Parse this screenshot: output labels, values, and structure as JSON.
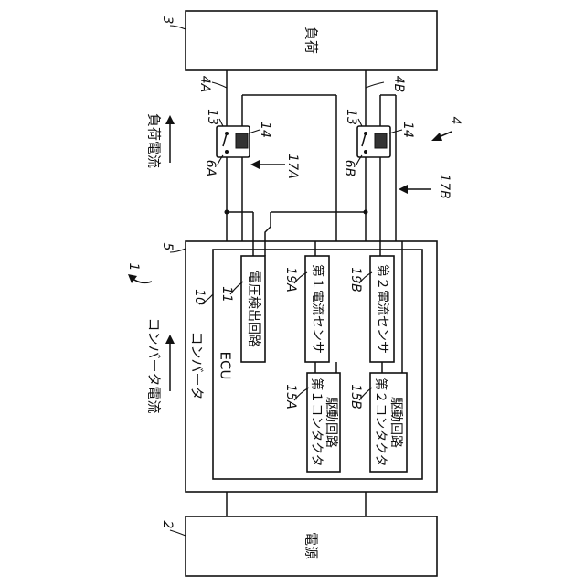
{
  "refs": {
    "r1": "1",
    "r2": "2",
    "r3": "3",
    "r4": "4",
    "r4a": "4A",
    "r4b": "4B",
    "r5": "5",
    "r6a": "6A",
    "r6b": "6B",
    "r10": "10",
    "r11": "11",
    "r13a": "13",
    "r13b": "13",
    "r14a": "14",
    "r14b": "14",
    "r15a": "15A",
    "r15b": "15B",
    "r17a": "17A",
    "r17b": "17B",
    "r19a": "19A",
    "r19b": "19B"
  },
  "labels": {
    "load": "負荷",
    "power": "電源",
    "converter": "コンバータ",
    "ecu": "ECU",
    "voltage_detect": "電圧検出回路",
    "sensor1": "第１電流センサ",
    "sensor2": "第２電流センサ",
    "drive1_line1": "第１コンタクタ",
    "drive1_line2": "駆動回路",
    "drive2_line1": "第２コンタクタ",
    "drive2_line2": "駆動回路",
    "load_current": "負荷電流",
    "converter_current": "コンバータ電流"
  }
}
